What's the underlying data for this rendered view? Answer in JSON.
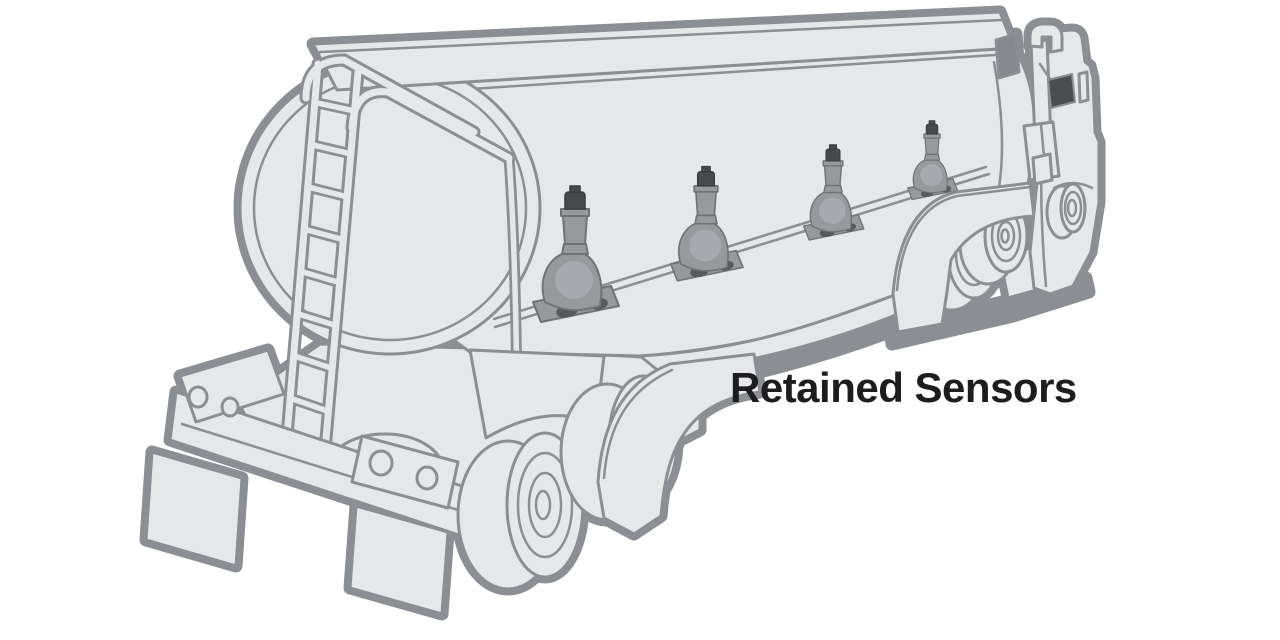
{
  "figure": {
    "label": "Retained Sensors",
    "subject": "Tanker truck illustration with retained sensors mounted along the top of the tank",
    "sensor_count": 4,
    "sensors": [
      {
        "id": "retained-sensor-1",
        "position": "rear"
      },
      {
        "id": "retained-sensor-2",
        "position": "mid-rear"
      },
      {
        "id": "retained-sensor-3",
        "position": "mid-front"
      },
      {
        "id": "retained-sensor-4",
        "position": "front"
      }
    ]
  },
  "colors": {
    "background": "#ffffff",
    "truck_fill": "#e6e7e9",
    "line_gray": "#8b8e92",
    "sensor_gray": "#97999d",
    "sensor_highlight": "#a6a9ad",
    "sensor_dark": "#47494d",
    "sensor_hole": "#57595d",
    "window_dark": "#4b4d51",
    "rack_gray": "#85888c",
    "label_text": "#1d1d1f"
  }
}
